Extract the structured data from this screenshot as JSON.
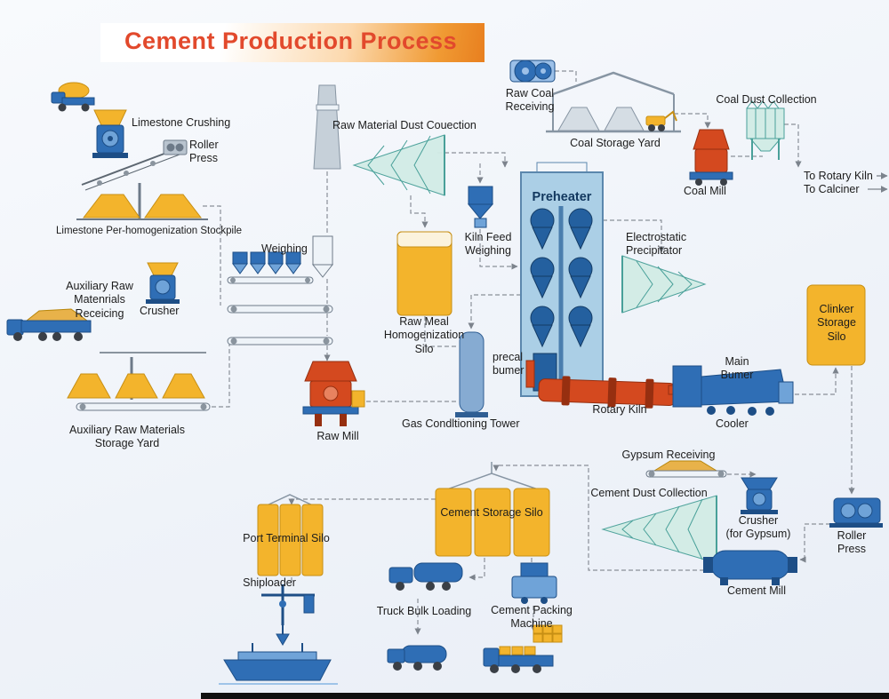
{
  "title": "Cement Production Process",
  "colors": {
    "title_red": "#e2492c",
    "banner_orange": "#f09a33",
    "equipment_blue": "#2f6eb5",
    "silo_yellow": "#f3b42c",
    "collector_teal": "#49a099",
    "kiln_red": "#d4491f"
  },
  "labels": {
    "limestone_crushing": "Limestone Crushing",
    "roller_press_1": "Roller\nPress",
    "limestone_stockpile": "Limestone Per-homogenization Stockpile",
    "raw_material_dust": "Raw Material Dust Couection",
    "raw_coal_receiving": "Raw Coal\nReceiving",
    "coal_storage_yard": "Coal Storage Yard",
    "coal_dust_collection": "Coal Dust Collection",
    "coal_mill": "Coal Mill",
    "to_rotary_kiln": "To Rotary Kiln\nTo Calciner",
    "preheater": "Preheater",
    "weighing": "Weighing",
    "kiln_feed_weighing": "Kiln Feed\nWeighing",
    "electrostatic_precipitator": "Electrostatic\nPrecipitator",
    "aux_raw_receiving": "Auxiliary Raw\nMatenrials\nReceicing",
    "crusher_1": "Crusher",
    "raw_meal_silo": "Raw Meal\nHomogenization\nSilo",
    "clinker_silo": "Clinker\nStorage\nSilo",
    "precal_burner": "precal\nbumer",
    "main_burner": "Main\nBumer",
    "rotary_kiln": "Rotary Kiln",
    "cooler": "Cooler",
    "gas_conditioning_tower": "Gas Condltioning Tower",
    "raw_mill": "Raw Mill",
    "aux_storage_yard": "Auxiliary Raw Materials\nStorage Yard",
    "gypsum_receiving": "Gypsum Receiving",
    "cement_dust_collection": "Cement Dust Collection",
    "gypsum_crusher": "Crusher\n(for Gypsum)",
    "roller_press_2": "Roller\nPress",
    "cement_mill": "Cement Mill",
    "cement_storage_silo": "Cement Storage Silo",
    "port_terminal_silo": "Port Terminal Silo",
    "shiploader": "Shiploader",
    "truck_bulk_loading": "Truck Bulk Loading",
    "cement_packing_machine": "Cement Packing\nMachine"
  },
  "icons": [
    "limestone-truck-icon",
    "limestone-crusher-icon",
    "incline-conveyor-icon",
    "roller-press-1-icon",
    "limestone-stockpile-icon",
    "aux-truck-icon",
    "aux-crusher-icon",
    "aux-stockpile-icon",
    "aux-storage-conveyor-icon",
    "weighing-hoppers-icon",
    "weighing-silo-icon",
    "dosing-conveyors-icon",
    "chimney-icon",
    "raw-dust-collector-icon",
    "kiln-feed-icon",
    "raw-meal-silo-icon",
    "raw-coal-receiving-icon",
    "coal-storage-yard-icon",
    "coal-mill-icon",
    "coal-dust-collector-icon",
    "preheater-icon",
    "electrostatic-precipitator-icon",
    "gas-conditioning-tower-icon",
    "raw-mill-icon",
    "rotary-kiln-icon",
    "cooler-icon",
    "clinker-silo-icon",
    "gypsum-receiving-icon",
    "gypsum-crusher-icon",
    "roller-press-2-icon",
    "cement-mill-icon",
    "cement-dust-collector-icon",
    "cement-storage-silo-icon",
    "port-silo-icon",
    "shiploader-icon",
    "ship-icon",
    "bulk-truck-icon",
    "packing-machine-icon",
    "tanker-truck-icon",
    "bag-truck-icon",
    "bag-stack-icon",
    "flow-connectors"
  ]
}
